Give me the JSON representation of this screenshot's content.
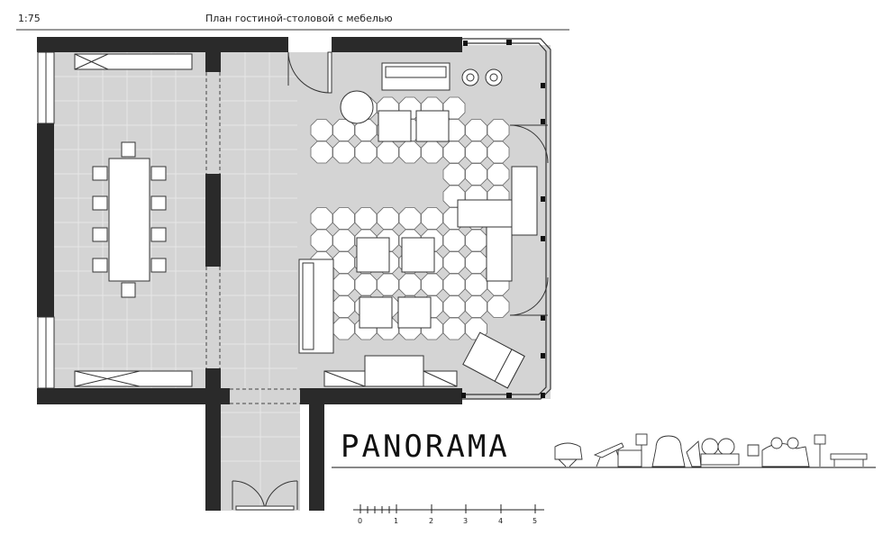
{
  "header": {
    "scale": "1:75",
    "title": "План гостиной-столовой с мебелью"
  },
  "brand": "PANORAMA",
  "scale_bar": {
    "ticks": [
      "0",
      "1",
      "2",
      "3",
      "4",
      "5"
    ]
  },
  "colors": {
    "wall": "#2a2a2a",
    "floor": "#d4d4d4",
    "tile_line": "#e4e4e4",
    "furniture": "#ffffff",
    "stroke": "#333333"
  }
}
